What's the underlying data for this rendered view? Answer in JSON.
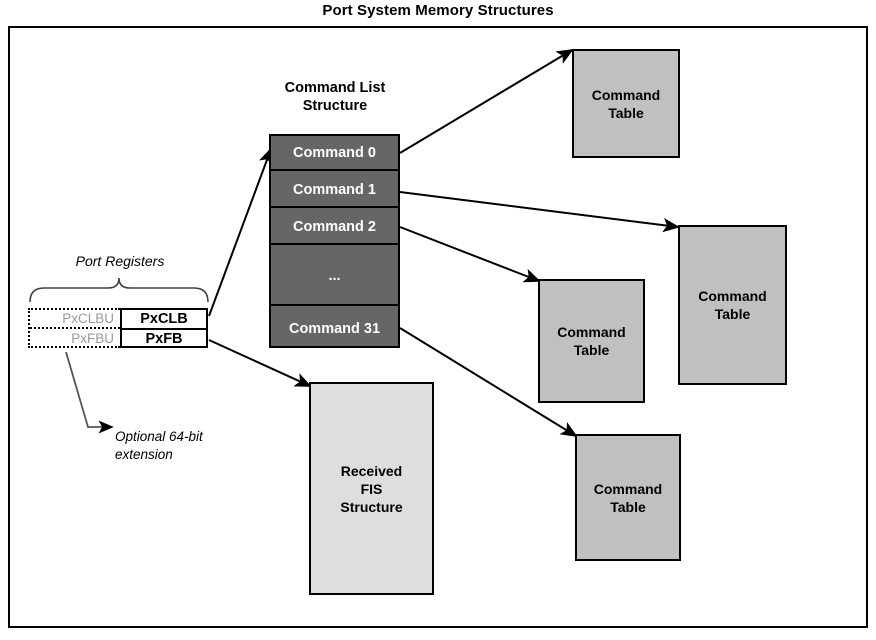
{
  "title": "Port System Memory Structures",
  "command_list": {
    "label_line1": "Command List",
    "label_line2": "Structure",
    "rows": [
      {
        "label": "Command 0"
      },
      {
        "label": "Command 1"
      },
      {
        "label": "Command 2"
      },
      {
        "label": "..."
      },
      {
        "label": "Command 31"
      }
    ],
    "fill_color": "#666666",
    "text_color": "#ffffff"
  },
  "command_tables": [
    {
      "line1": "Command",
      "line2": "Table"
    },
    {
      "line1": "Command",
      "line2": "Table"
    },
    {
      "line1": "Command",
      "line2": "Table"
    },
    {
      "line1": "Command",
      "line2": "Table"
    }
  ],
  "received_fis": {
    "line1": "Received",
    "line2": "FIS",
    "line3": "Structure",
    "fill_color": "#dedede"
  },
  "port_registers": {
    "brace_label": "Port Registers",
    "extension_note_line1": "Optional 64-bit",
    "extension_note_line2": "extension",
    "upper_registers": [
      {
        "label": "PxCLBU"
      },
      {
        "label": "PxFBU"
      }
    ],
    "lower_registers": [
      {
        "label": "PxCLB"
      },
      {
        "label": "PxFB"
      }
    ],
    "extension_text_color": "#9a9a9a"
  },
  "colors": {
    "table_fill": "#c0c0c0",
    "list_fill": "#666666",
    "fis_fill": "#dedede",
    "stroke": "#000000",
    "background": "#ffffff"
  }
}
